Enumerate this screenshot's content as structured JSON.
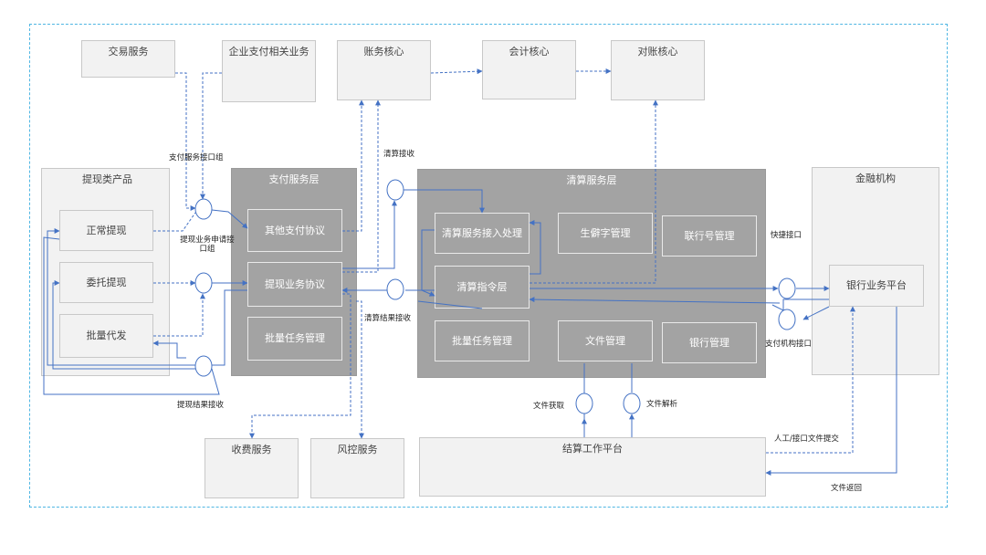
{
  "top": {
    "trade": "交易服务",
    "corp_pay": "企业支付相关业务",
    "ledger_core": "账务核心",
    "acct_core": "会计核心",
    "recon_core": "对账核心"
  },
  "withdraw": {
    "title": "提现类产品",
    "normal": "正常提现",
    "entrust": "委托提现",
    "batch": "批量代发"
  },
  "pay_layer": {
    "title": "支付服务层",
    "other_proto": "其他支付协议",
    "withdraw_proto": "提现业务协议",
    "batch_task": "批量任务管理"
  },
  "clear_layer": {
    "title": "清算服务层",
    "access": "清算服务接入处理",
    "rare_char": "生僻字管理",
    "bank_no": "联行号管理",
    "instruction": "清算指令层",
    "batch_task": "批量任务管理",
    "file_mgmt": "文件管理",
    "bank_mgmt": "银行管理"
  },
  "fin_inst": {
    "title": "金融机构",
    "bank_platform": "银行业务平台"
  },
  "bottom": {
    "fee": "收费服务",
    "risk": "风控服务",
    "settle": "结算工作平台"
  },
  "labels": {
    "pay_iface_group": "支付服务接口组",
    "withdraw_apply_group": "提现业务申请接口组",
    "withdraw_result": "提现结果接收",
    "clear_receive": "清算接收",
    "clear_result": "清算结果接收",
    "quick_iface": "快捷接口",
    "pay_inst_iface": "支付机构接口",
    "file_fetch": "文件获取",
    "file_parse": "文件解析",
    "manual_submit": "人工/接口文件提交",
    "file_return": "文件返回"
  },
  "colors": {
    "arrow": "#4472c4",
    "frame": "#4fb6e3",
    "dark_box": "#a3a3a3",
    "light_box": "#f2f2f2"
  }
}
